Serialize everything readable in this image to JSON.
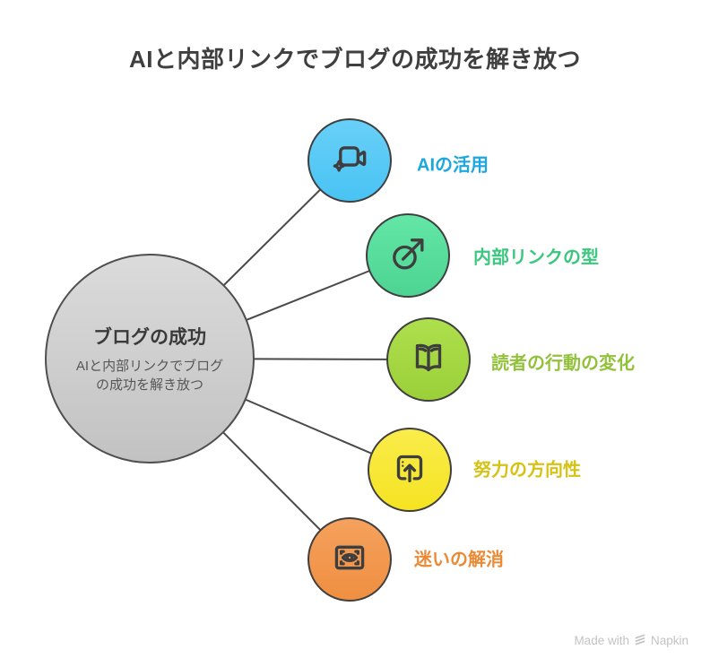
{
  "page": {
    "title": "AIと内部リンクでブログの成功を解き放つ",
    "background_color": "#FFFFFF",
    "title_color": "#3F3F3F"
  },
  "center_node": {
    "title": "ブログの成功",
    "subtitle_lines": [
      "AIと内部リンクでブログ",
      "の成功を解き放つ"
    ],
    "fill_top": "#DBDBDB",
    "fill_bottom": "#C2C2C2",
    "border_color": "#4F4F4F",
    "title_color": "#3A3A3A",
    "subtitle_color": "#575757"
  },
  "connector_color": "#4A4A4A",
  "nodes": [
    {
      "id": "ai",
      "label": "AIの活用",
      "icon": "video-camera-sparkle-icon",
      "fill_top": "#68D0F8",
      "fill_bottom": "#49C3F3",
      "label_color": "#1BA7E0"
    },
    {
      "id": "links",
      "label": "内部リンクの型",
      "icon": "circle-arrow-icon",
      "fill_top": "#63E6A6",
      "fill_bottom": "#4DD492",
      "label_color": "#3BC77E"
    },
    {
      "id": "readers",
      "label": "読者の行動の変化",
      "icon": "open-book-icon",
      "fill_top": "#AEDF4D",
      "fill_bottom": "#9BD039",
      "label_color": "#92C13C"
    },
    {
      "id": "effort",
      "label": "努力の方向性",
      "icon": "upload-box-icon",
      "fill_top": "#FAEC4B",
      "fill_bottom": "#F5E322",
      "label_color": "#D6C213"
    },
    {
      "id": "clarity",
      "label": "迷いの解消",
      "icon": "eye-scan-icon",
      "fill_top": "#F5A15D",
      "fill_bottom": "#EF8F41",
      "label_color": "#EB8A35"
    }
  ],
  "watermark": {
    "prefix": "Made with",
    "brand": "Napkin",
    "logo_icon": "napkin-logo-icon",
    "color": "#C3C3C3"
  }
}
